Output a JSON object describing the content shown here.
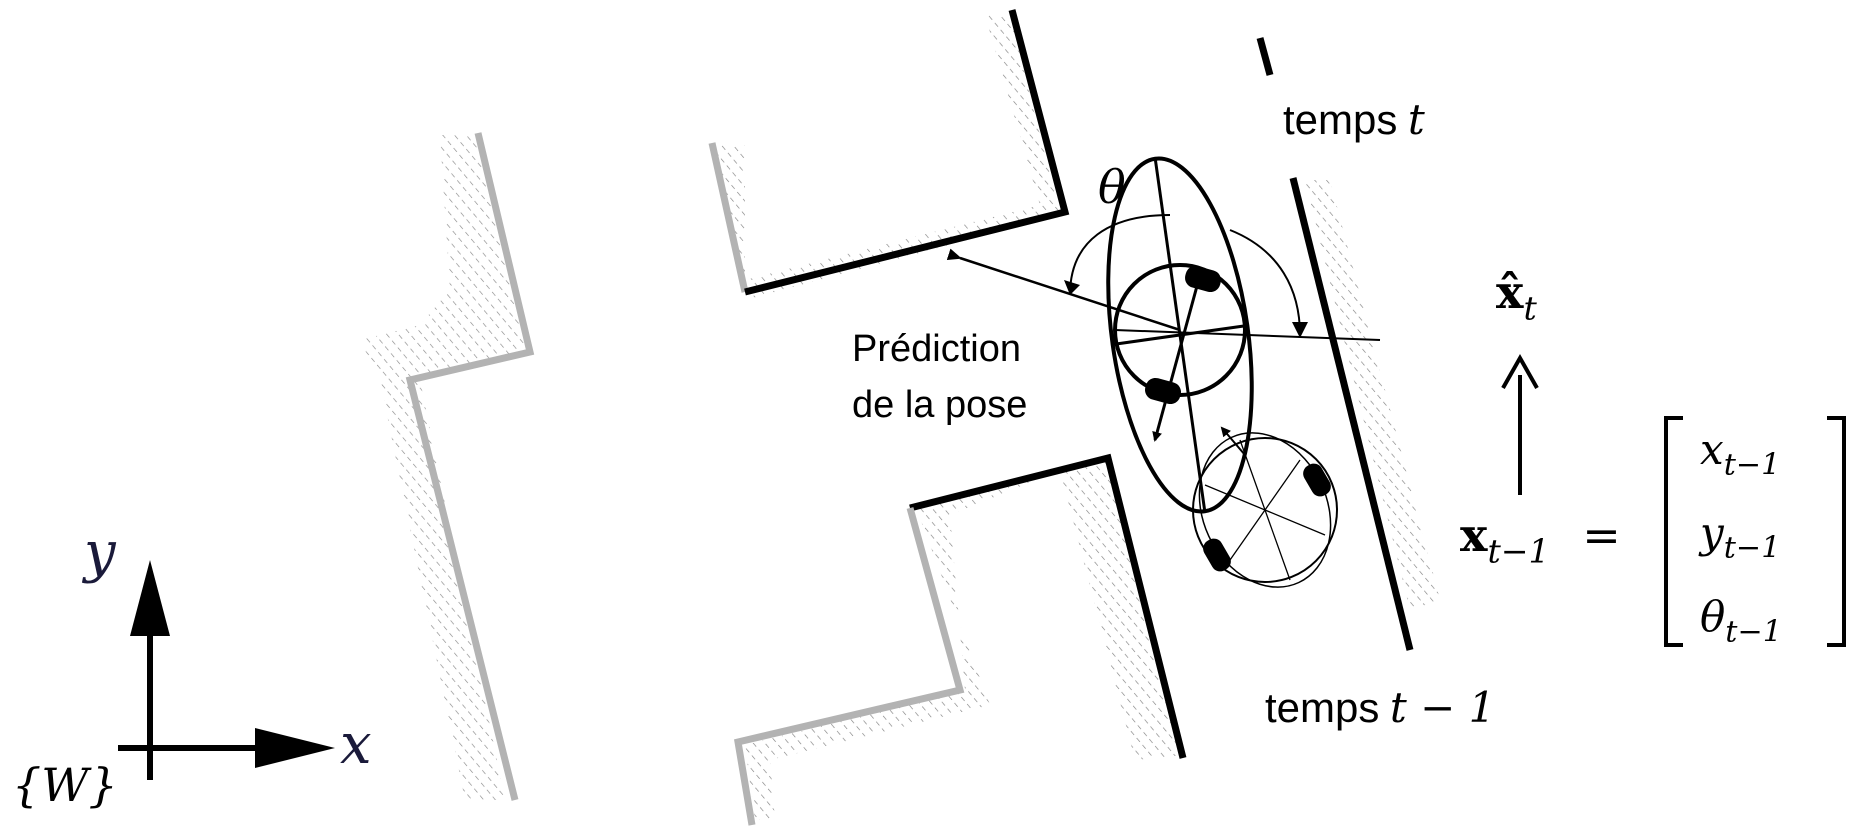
{
  "labels": {
    "time_t": "temps",
    "time_t_var": "t",
    "time_t_minus_1": "temps",
    "time_t_minus_1_var": "t − 1",
    "prediction_line1": "Prédiction",
    "prediction_line2": "de la pose",
    "theta": "θ",
    "world_frame": "{W}",
    "axis_x": "x",
    "axis_y": "y",
    "x_hat": "x̂",
    "x_hat_sub": "t",
    "state_lhs": "x",
    "state_lhs_sub": "t−1",
    "equals": "=",
    "matrix": [
      {
        "sym": "x",
        "sub": "t−1"
      },
      {
        "sym": "y",
        "sub": "t−1"
      },
      {
        "sym": "θ",
        "sub": "t−1"
      }
    ]
  },
  "colors": {
    "wall_current": "#000000",
    "wall_faded": "#b3b3b3",
    "hatch": "#555555"
  }
}
